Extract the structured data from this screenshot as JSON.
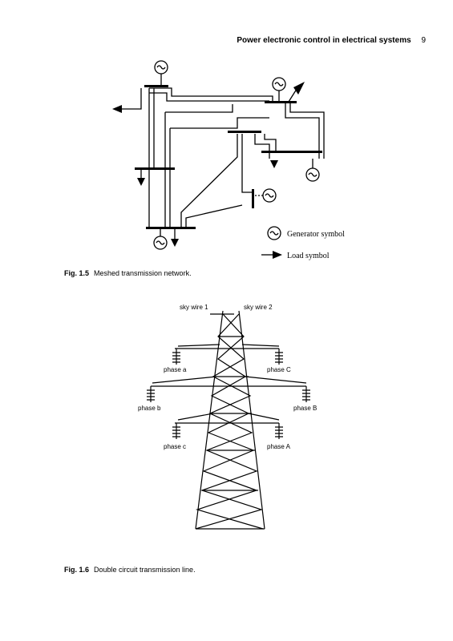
{
  "header": {
    "running_title": "Power electronic control in electrical systems",
    "page_number": "9"
  },
  "figure_1_5": {
    "label": "Fig. 1.5",
    "caption": "Meshed transmission network.",
    "legend": {
      "generator": "Generator symbol",
      "load": "Load symbol"
    }
  },
  "figure_1_6": {
    "label": "Fig. 1.6",
    "caption": "Double circuit transmission line.",
    "labels": {
      "sky_wire_1": "sky wire 1",
      "sky_wire_2": "sky wire 2",
      "phase_a_lower": "phase a",
      "phase_b_lower": "phase b",
      "phase_c_lower": "phase c",
      "phase_a_upper": "phase A",
      "phase_b_upper": "phase B",
      "phase_c_upper": "phase C"
    }
  }
}
